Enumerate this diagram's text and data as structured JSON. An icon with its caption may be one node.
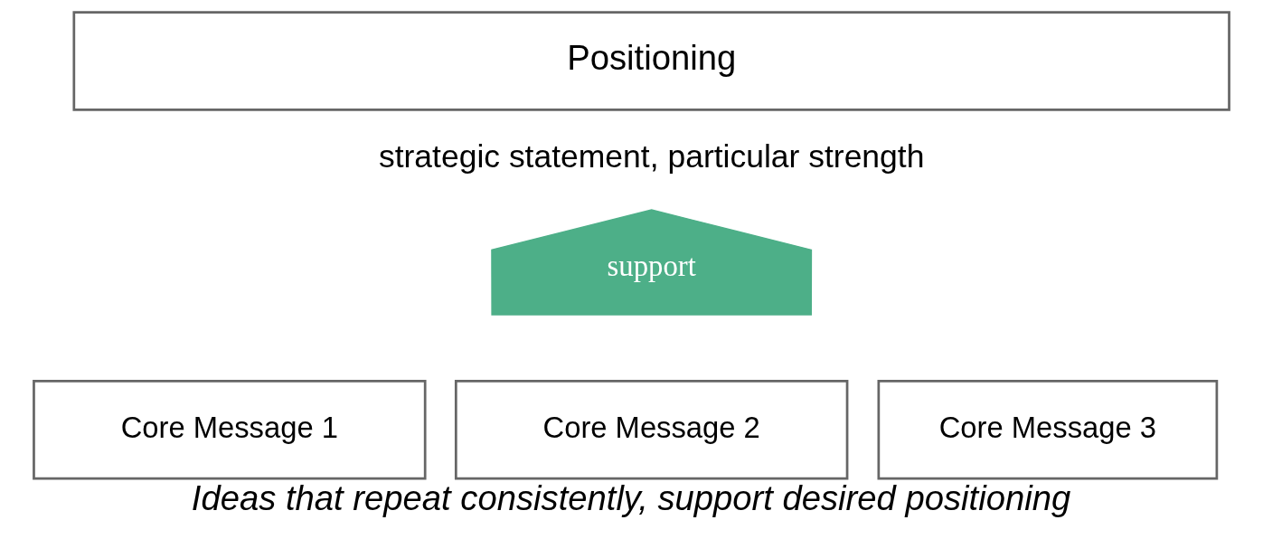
{
  "diagram": {
    "caption": "Ideas that repeat consistently, support desired positioning",
    "nodes": [
      {
        "text": [
          "Positioning"
        ],
        "beside": [
          "strategic statement, particular strength"
        ]
      },
      {
        "text": [
          "support"
        ]
      },
      {
        "text": [
          "Core Message 1"
        ]
      },
      {
        "text": [
          "Core Message 2"
        ]
      },
      {
        "text": [
          "Core Message 3"
        ]
      }
    ]
  }
}
